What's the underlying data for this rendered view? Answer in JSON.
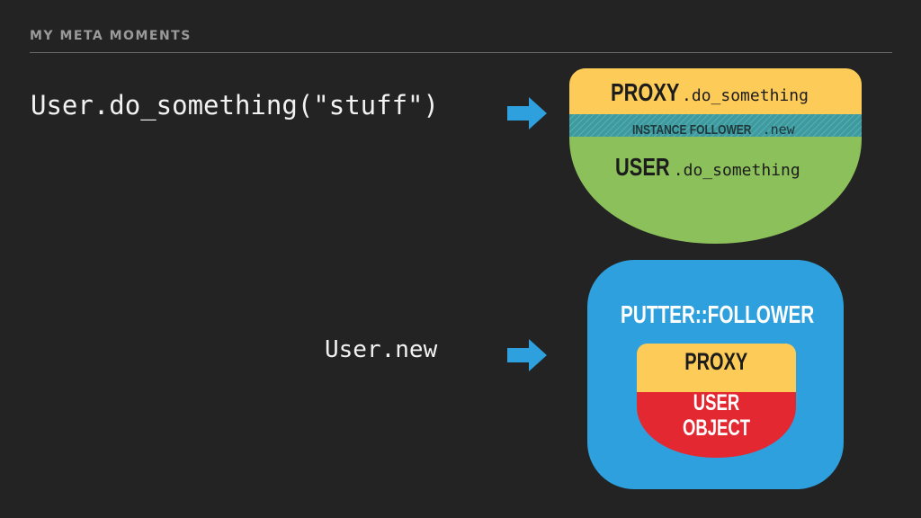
{
  "header": {
    "title": "MY META MOMENTS"
  },
  "code": {
    "call1": "User.do_something(\"stuff\")",
    "call2": "User.new"
  },
  "top_shape": {
    "proxy_word": "PROXY",
    "proxy_method": ".do_something",
    "instance_word": "INSTANCE FOLLOWER",
    "instance_method": " .new",
    "user_word": "USER",
    "user_method": ".do_something"
  },
  "bottom_box": {
    "title": "PUTTER::FOLLOWER",
    "proxy_label": "PROXY",
    "user_line1": "USER",
    "user_line2": "OBJECT"
  },
  "colors": {
    "background": "#232323",
    "yellow": "#fdcb57",
    "teal": "#3e9a9e",
    "green": "#8cc05a",
    "blue": "#2ea0dd",
    "red": "#e32832",
    "arrow": "#2ea0dd"
  },
  "icons": {
    "arrow": "arrow-right-icon"
  }
}
